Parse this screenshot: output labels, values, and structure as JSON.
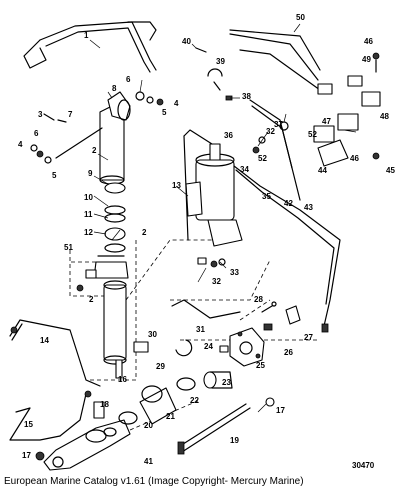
{
  "diagram": {
    "callouts": [
      "1",
      "2",
      "3",
      "4",
      "5",
      "6",
      "7",
      "8",
      "9",
      "10",
      "11",
      "12",
      "13",
      "14",
      "15",
      "16",
      "17",
      "18",
      "19",
      "20",
      "21",
      "22",
      "23",
      "24",
      "25",
      "26",
      "27",
      "28",
      "29",
      "30",
      "31",
      "32",
      "33",
      "34",
      "35",
      "36",
      "37",
      "38",
      "39",
      "40",
      "41",
      "42",
      "43",
      "44",
      "45",
      "46",
      "47",
      "48",
      "49",
      "50",
      "51",
      "52"
    ],
    "figure_id": "30470",
    "caption": "European Marine Catalog v1.61 (Image Copyright- Mercury Marine)"
  }
}
